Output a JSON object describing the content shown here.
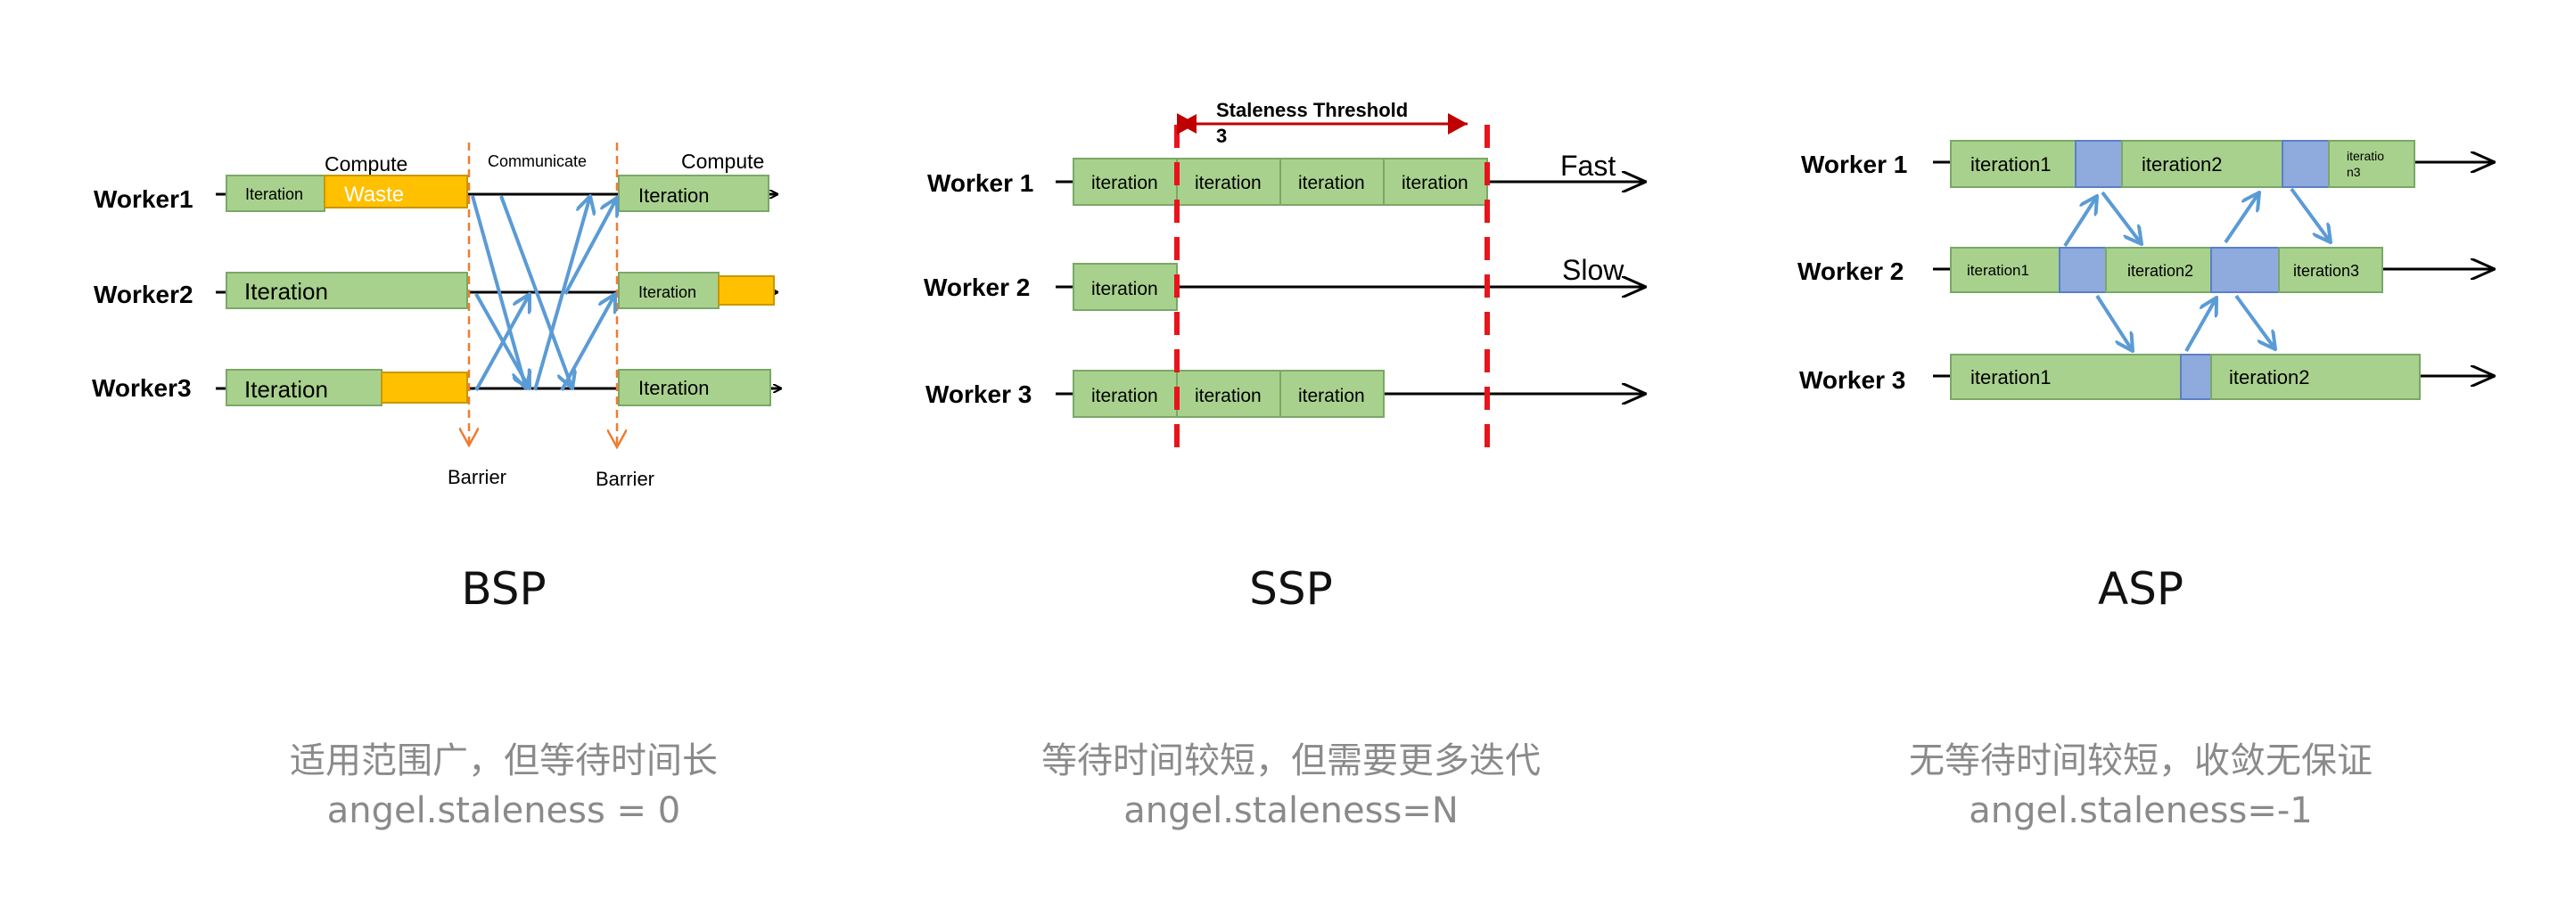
{
  "colors": {
    "iteration_fill": "#a9d18e",
    "iteration_stroke": "#7aa866",
    "wait_fill": "#ffc000",
    "wait_stroke": "#c99700",
    "comm_fill": "#8faadc",
    "comm_stroke": "#5b7fc7",
    "arrow_blue": "#5b9bd5",
    "barrier": "#ed7d31",
    "threshold": "#e8141c",
    "caption_gray": "#8a8a8a"
  },
  "bsp": {
    "title": "BSP",
    "workers": [
      "Worker1",
      "Worker2",
      "Worker3"
    ],
    "compute_left": "Compute",
    "communicate": "Communicate",
    "compute_right": "Compute",
    "waste": "Waste",
    "barrier_left": "Barrier",
    "barrier_right": "Barrier",
    "blocks": [
      "Iteration",
      "Iteration",
      "Iteration",
      "Iteration",
      "Iteration",
      "Iteration"
    ],
    "caption_line1": "适用范围广，但等待时间长",
    "caption_line2": "angel.staleness = 0"
  },
  "ssp": {
    "title": "SSP",
    "workers": [
      "Worker 1",
      "Worker 2",
      "Worker 3"
    ],
    "threshold_label": "Staleness  Threshold",
    "threshold_value": "3",
    "fast": "Fast",
    "slow": "Slow",
    "block_label": "iteration",
    "caption_line1": "等待时间较短，但需要更多迭代",
    "caption_line2": "angel.staleness=N"
  },
  "asp": {
    "title": "ASP",
    "workers": [
      "Worker 1",
      "Worker 2",
      "Worker 3"
    ],
    "w1_blocks": [
      "iteration1",
      "iteration2",
      "iteratio",
      "n3"
    ],
    "w2_blocks": [
      "iteration1",
      "iteration2",
      "iteration3"
    ],
    "w3_blocks": [
      "iteration1",
      "iteration2"
    ],
    "caption_line1": "无等待时间较短，收敛无保证",
    "caption_line2": "angel.staleness=-1"
  }
}
